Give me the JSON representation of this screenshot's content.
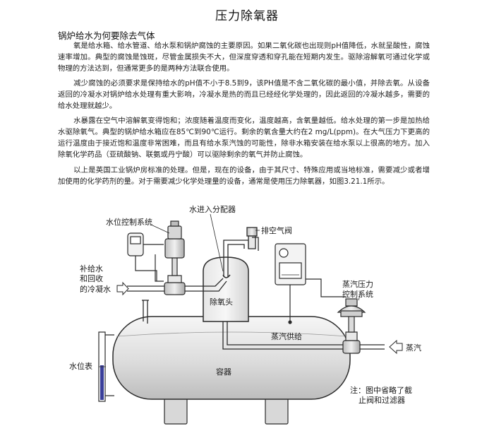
{
  "document": {
    "title": "压力除氧器",
    "subheading": "锅炉给水为何要除去气体",
    "paragraphs": [
      "氧是给水箱、给水管道、给水泵和锅炉腐蚀的主要原因。如果二氧化碳也出现则pH值降低，水就呈酸性，腐蚀速率增加。典型的腐蚀是蚀斑，尽管金属损失不大，但深度穿透和穿孔能在短期内发生。驱除溶解氧可通过化学或物理的方法达到，但通常更多的是两种方法联合使用。",
      "减少腐蚀的必须要求是保持给水的pH值不小于8.5到9，该PH值是不含二氧化碳的最小值，并除去氧。从设备返回的冷凝水对锅炉给水处理有重大影响，冷凝水是热的而且已经经化学处理的，因此返回的冷凝水越多，需要的给水处理就越少。",
      "水暴露在空气中溶解氧变得饱和；浓度随着温度而变化，温度越高，含氧量越低。给水处理的第一步是加热给水驱除氧气。典型的锅炉给水箱应在85℃到90℃运行。剩余的氧含量大约在2 mg/L(ppm)。在大气压力下更高的运行温度由于接近饱和温度非常困难，而且有给水泵汽蚀的可能性，除非水箱安装在给水泵以上很高的地方。加入除氧化学药品（亚硫酸钠、联氨或丹宁酸）可以驱除剩余的氧气并防止腐蚀。",
      "以上是英国工业锅炉房标准的处理。但是，现在的设备，由于其尺寸、特殊应用或当地标准，需要减少或者增加使用的化学药剂的量。对于需要减少化学处理量的设备，通常是使用压力除氧器，如图3.21.1所示。"
    ]
  },
  "diagram": {
    "labels": {
      "water_inlet_distributor": "水进入分配器",
      "vent_valve": "排空气阀",
      "level_control_system": "水位控制系统",
      "makeup_water_line1": "补给水",
      "makeup_water_line2": "和回收",
      "makeup_water_line3": "的冷凝水",
      "deaerator_head": "除氧头",
      "steam_pressure_control_line1": "蒸汽压力",
      "steam_pressure_control_line2": "控制系统",
      "steam_supply": "蒸汽供给",
      "steam": "蒸汽",
      "level_gauge": "水位表",
      "vessel": "容器",
      "note_line1": "注：图中省略了截",
      "note_line2": "止阀和过滤器"
    },
    "colors": {
      "line": "#2a2a2a",
      "vessel_fill_top": "#f4f4f4",
      "vessel_fill_bottom": "#c9c9c9",
      "water_level": "#3a3f9a"
    }
  }
}
